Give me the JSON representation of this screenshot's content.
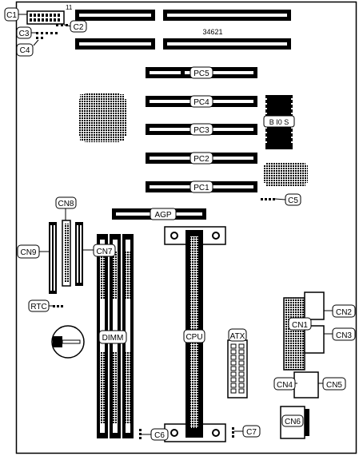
{
  "diagram": {
    "board_number": "34621",
    "connector_pin_label": "11",
    "slot_labels": {
      "pc5": "PC5",
      "pc4": "PC4",
      "pc3": "PC3",
      "pc2": "PC2",
      "pc1": "PC1",
      "agp": "AGP",
      "cpu": "CPU",
      "dimm": "DIMM"
    },
    "chip_labels": {
      "bios": "B I0 S"
    },
    "callouts": {
      "c1": "C1",
      "c2": "C2",
      "c3": "C3",
      "c4": "C4",
      "c5": "C5",
      "c6": "C6",
      "c7": "C7",
      "cn1": "CN1",
      "cn2": "CN2",
      "cn3": "CN3",
      "cn4": "CN4",
      "cn5": "CN5",
      "cn6": "CN6",
      "cn7": "CN7",
      "cn8": "CN8",
      "cn9": "CN9",
      "rtc": "RTC",
      "atx": "ATX"
    }
  }
}
